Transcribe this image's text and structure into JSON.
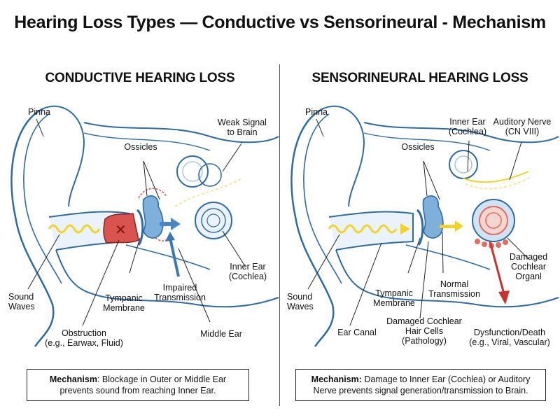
{
  "title": "Hearing Loss Types — Conductive vs Sensorineural - Mechanism",
  "colors": {
    "ear_outline": "#2f6aa3",
    "ear_fill": "#dbeaf6",
    "signal": "#f2d228",
    "obstruction": "#d9534f",
    "damage_arrow": "#c8312c",
    "cochlea_damage": "#e46b60"
  },
  "conductive": {
    "heading": "CONDUCTIVE HEARING LOSS",
    "labels": {
      "pinna": "Pinna",
      "weak_signal": "Weak Signal\nto Brain",
      "ossicles": "Ossicles",
      "inner_ear": "Inner Ear\n(Cochlea)",
      "sound_waves": "Sound\nWaves",
      "tympanic": "Tympanic\nMembrane",
      "impaired": "Impaired\nTransmission",
      "obstruction": "Obstruction\n(e.g., Earwax, Fluid)",
      "middle_ear": "Middle Ear"
    },
    "mechanism_label": "Mechanism",
    "mechanism_text": ": Blockage in Outer or Middle Ear prevents sound from reaching Inner Ear."
  },
  "sensorineural": {
    "heading": "SENSORINEURAL HEARING LOSS",
    "labels": {
      "pinna": "Pinna",
      "inner_ear": "Inner Ear\n(Cochlea)",
      "auditory_nerve": "Auditory Nerve\n(CN VIII)",
      "ossicles": "Ossicles",
      "damaged_organ": "Damaged\nCochlear\nOrganl",
      "sound_waves": "Sound\nWaves",
      "tympanic": "Tympanic\nMembrane",
      "normal": "Normal\nTransmission",
      "ear_canal": "Ear Canal",
      "hair_cells": "Damaged Cochlear\nHair Cells\n(Pathology)",
      "dysfunction": "Dysfunction/Death\n(e.g., Viral, Vascular)"
    },
    "mechanism_label": "Mechanism:",
    "mechanism_text": " Damage to Inner Ear (Cochlea) or Auditory Nerve prevents signal generation/transmission to Brain."
  }
}
